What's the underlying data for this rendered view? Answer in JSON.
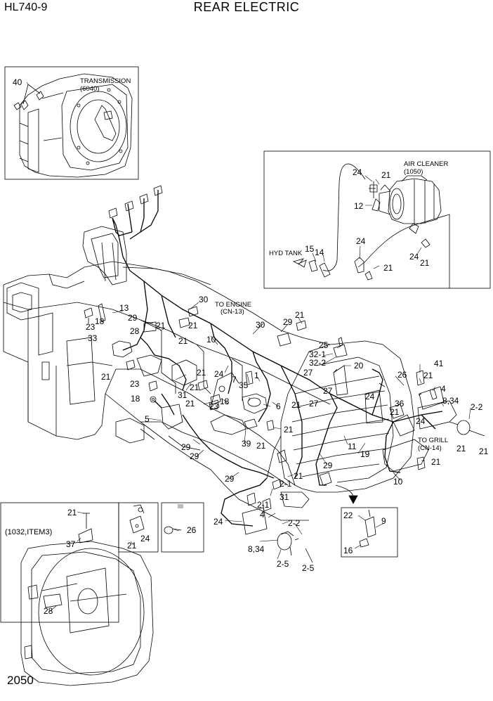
{
  "header": {
    "model": "HL740-9",
    "title": "REAR ELECTRIC"
  },
  "footer": {
    "page_number": "2050"
  },
  "insets": {
    "transmission": {
      "label": "TRANSMISSION",
      "ref": "(6040)"
    },
    "air_cleaner": {
      "label": "AIR CLEANER",
      "ref": "(1050)",
      "hyd_tank": "HYD TANK"
    },
    "radiator": {
      "ref": "(1032,ITEM3)"
    }
  },
  "notes": {
    "to_engine": "TO ENGINE",
    "to_engine_ref": "(CN-13)",
    "to_grill": "TO GRILL",
    "to_grill_ref": "(CN-14)"
  },
  "part_labels": {
    "p40": "40",
    "p24a": "24",
    "p21a": "21",
    "p12": "12",
    "p15": "15",
    "p14": "14",
    "p24b": "24",
    "p24c": "24",
    "p21b": "21",
    "p21c": "21",
    "p13": "13",
    "p30a": "30",
    "p29a": "29",
    "p21d": "21",
    "p21e": "21",
    "p23a": "23",
    "p18a": "18",
    "p28a": "28",
    "p33": "33",
    "p10a": "10",
    "p30b": "30",
    "p29b": "29",
    "p21f": "21",
    "p25": "25",
    "p321": "32-1",
    "p322": "32-2",
    "p20": "20",
    "p26a": "26",
    "p41": "41",
    "p21g": "21",
    "p4a": "4",
    "p834a": "8,34",
    "p22a": "2-2",
    "p21h": "21",
    "p21i": "21",
    "p27a": "27",
    "p24d": "24",
    "p23b": "23",
    "p7": "7",
    "p35": "35",
    "p1": "1",
    "p18b": "18",
    "p21j": "21",
    "p27b": "27",
    "p27c": "27",
    "p24e": "24",
    "p36": "36",
    "p21k": "21",
    "p24f": "24",
    "p18c": "18",
    "p31a": "31",
    "p21l": "21",
    "p23c": "23",
    "p6": "6",
    "p5": "5",
    "p21m": "21",
    "p39": "39",
    "p21n": "21",
    "p11": "11",
    "p19": "19",
    "p29c": "29",
    "p29d": "29",
    "p29e": "29",
    "p21o": "21",
    "p10b": "10",
    "p21p": "21",
    "p29f": "29",
    "p21q": "21",
    "p31b": "31",
    "p21r": "21",
    "p4b": "4",
    "p24g": "24",
    "p22b": "2-2",
    "p834b": "8,34",
    "p21s": "2-1",
    "p25b": "2-5",
    "p21t": "2-1",
    "p25c": "2-5",
    "p22c": "22",
    "p9": "9",
    "p16": "16",
    "p21u": "21",
    "p37": "37",
    "p24h": "24",
    "p21v": "21",
    "p28b": "28",
    "p26b": "26",
    "p21w": "21"
  }
}
